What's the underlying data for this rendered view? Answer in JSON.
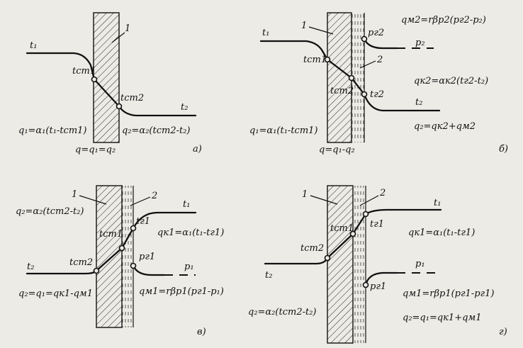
{
  "panels": {
    "a": {
      "panel_label": "а)",
      "wall_label": "1",
      "t1": "t₁",
      "t2": "t₂",
      "tst1": "tст1",
      "tst2": "tст2",
      "formula_q1": "q₁=α₁(t₁-tст1)",
      "formula_q2": "q₂=α₂(tст2-t₂)",
      "formula_q": "q=q₁=q₂"
    },
    "b": {
      "panel_label": "б)",
      "wall_label": "1",
      "film_label": "2",
      "t1": "t₁",
      "t2": "t₂",
      "tst1": "tст1",
      "tst2": "tст2",
      "tg2": "tг2",
      "pg2": "pг2",
      "p2": "p₂",
      "formula_qm2": "qм2=rβр2(pг2-p₂)",
      "formula_qk2": "qк2=αк2(tг2-t₂)",
      "formula_q2": "q₂=qк2+qм2",
      "formula_q1": "q₁=α₁(t₁-tст1)",
      "formula_q": "q=q₁-q₂"
    },
    "v": {
      "panel_label": "в)",
      "wall_label": "1",
      "film_label": "2",
      "t1": "t₁",
      "t2": "t₂",
      "tst1": "tст1",
      "tst2": "tст2",
      "tg1": "tг1",
      "pg1": "pг1",
      "p1": "p₁",
      "formula_q2": "q₂=α₂(tст2-t₂)",
      "formula_qk1": "qк1=α₁(t₁-tг1)",
      "formula_qm1": "qм1=rβр1(pг1-p₁)",
      "formula_q": "q₂=q₁=qк1-qм1"
    },
    "g": {
      "panel_label": "г)",
      "wall_label": "1",
      "film_label": "2",
      "t1": "t₁",
      "t2": "t₂",
      "tst1": "tст1",
      "tst2": "tст2",
      "tg1": "tг1",
      "pg1": "pг1",
      "p1": "p₁",
      "formula_qk1": "qк1=α₁(t₁-tг1)",
      "formula_qm1": "qм1=rβр1(pг1-pг1)",
      "formula_q2": "q₂=α₂(tст2-t₂)",
      "formula_q": "q₂=q₁=qк1+qм1"
    }
  }
}
